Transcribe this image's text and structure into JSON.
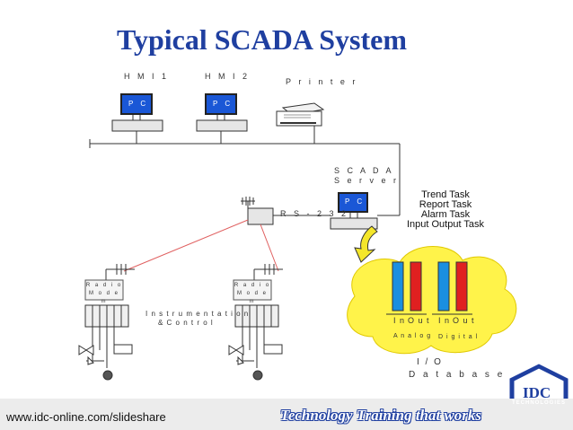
{
  "title": "Typical SCADA System",
  "stations": {
    "hmi1": {
      "label": "H M I 1",
      "screen": "P C"
    },
    "hmi2": {
      "label": "H M I 2",
      "screen": "P C"
    },
    "printer": {
      "label": "P r i n t e r"
    },
    "server": {
      "label_line1": "S C A D A",
      "label_line2": "S e r v e r",
      "screen": "P C"
    }
  },
  "link_label": "R S - 2 3 2",
  "tasks": [
    "Trend  Task",
    "Report Task",
    "Alarm Task",
    "Input Output Task"
  ],
  "field": {
    "modem_left_line1": "R a d i o",
    "modem_left_line2": "M o d e m",
    "modem_right_line1": "R a d i o",
    "modem_right_line2": "M o d e m",
    "instrumentation_line1": "I n s t r u m e n t a t i o n",
    "instrumentation_line2": "&  C o n t r o l"
  },
  "database": {
    "analog_in": "I n",
    "analog_out": "O u t",
    "digital_in": "I n",
    "digital_out": "O u t",
    "analog_label": "A n a l o g",
    "digital_label": "D i g i t a l",
    "io_label": "I / O",
    "db_label": "D a t a b a s e"
  },
  "footer": {
    "url": "www.idc-online.com/slideshare",
    "slogan": "Technology Training that works",
    "logo_main": "IDC",
    "logo_sub": "TECHNOLOGIES"
  },
  "colors": {
    "title": "#1f3fa0",
    "screen": "#1a57d6",
    "cloud": "#fff34a",
    "bar_blue": "#1a8fe0",
    "bar_red": "#e02020",
    "radio_link": "#e06060"
  }
}
